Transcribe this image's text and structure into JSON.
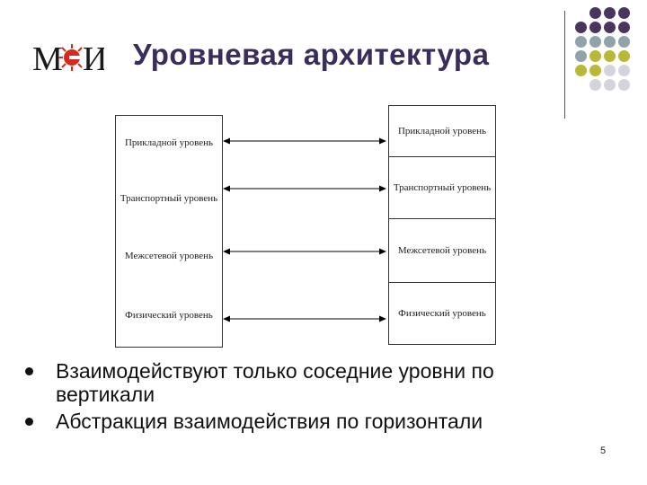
{
  "title": "Уровневая архитектура",
  "logo": {
    "text": "МЭИ"
  },
  "left_stack": {
    "layers": [
      {
        "label": "Прикладной уровень"
      },
      {
        "label": "Транспортный уровень"
      },
      {
        "label": "Межсетевой уровень"
      },
      {
        "label": "Физический уровень"
      }
    ]
  },
  "right_stack": {
    "layers": [
      {
        "label": "Прикладной уровень"
      },
      {
        "label": "Транспортный уровень"
      },
      {
        "label": "Межсетевой уровень"
      },
      {
        "label": "Физический уровень"
      }
    ]
  },
  "bullets": [
    "Взаимодействуют только соседние уровни по вертикали",
    "Абстракция взаимодействия по горизонтали"
  ],
  "page_number": "5",
  "colors": {
    "purple": "#4a3560",
    "teal": "#8fa3a8",
    "olive": "#b8b83a",
    "light": "#d4d4dc",
    "title": "#3a2d5c"
  }
}
